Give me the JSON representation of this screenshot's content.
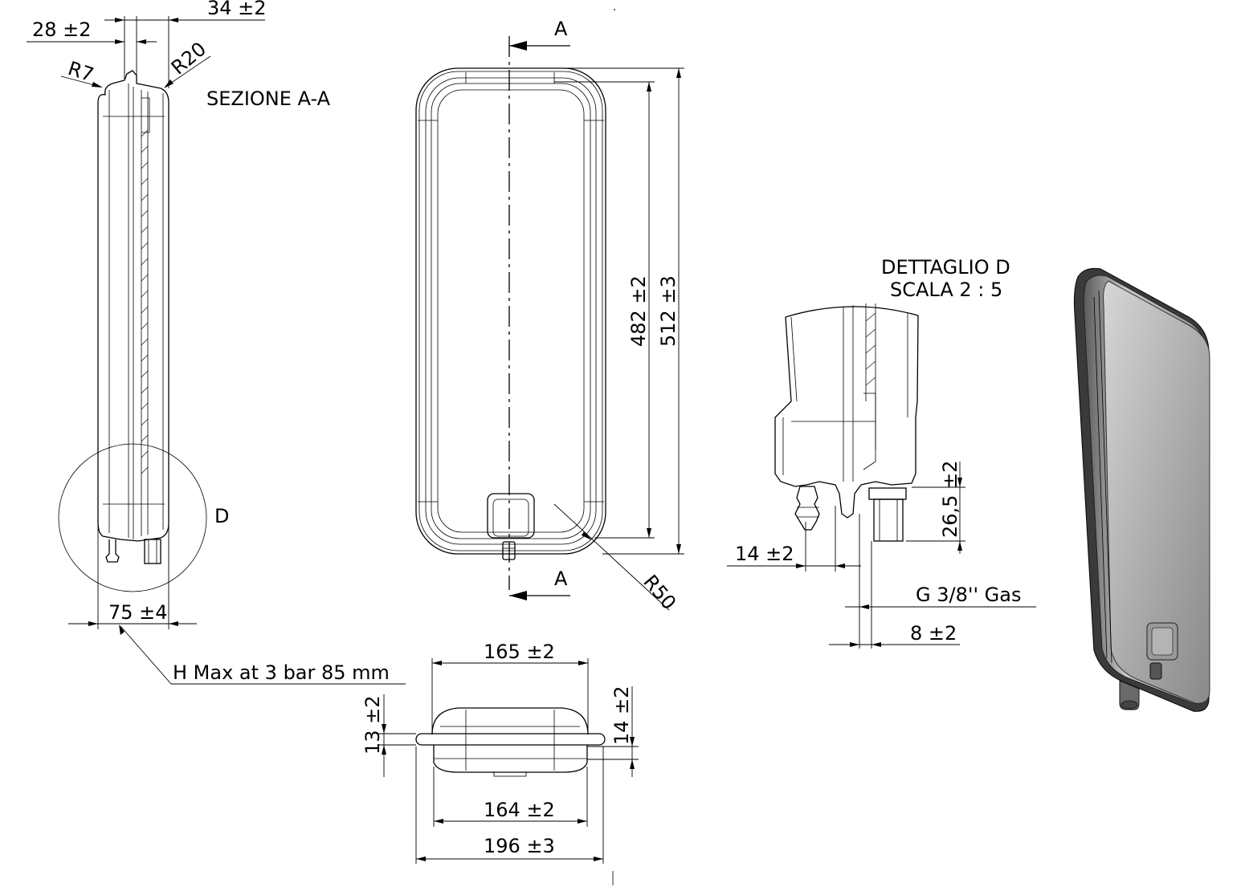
{
  "labels": {
    "section_title": "SEZIONE A-A",
    "detail_title": "DETTAGLIO D",
    "detail_scale": "SCALA 2 : 5",
    "section_marker": "A",
    "detail_marker": "D",
    "radius_small": "R7",
    "radius_medium": "R20",
    "radius_large": "R50",
    "thread": "G 3/8'' Gas",
    "note": "H Max at 3 bar 85 mm"
  },
  "dimensions": {
    "d28": "28 ±2",
    "d34": "34 ±2",
    "d75": "75 ±4",
    "d482": "482 ±2",
    "d512": "512 ±3",
    "d165": "165 ±2",
    "d164": "164 ±2",
    "d196": "196 ±3",
    "d13": "13 ±2",
    "d14v": "14 ±2",
    "d14h": "14 ±2",
    "d26": "26,5 ±2",
    "d8": "8 ±2"
  }
}
